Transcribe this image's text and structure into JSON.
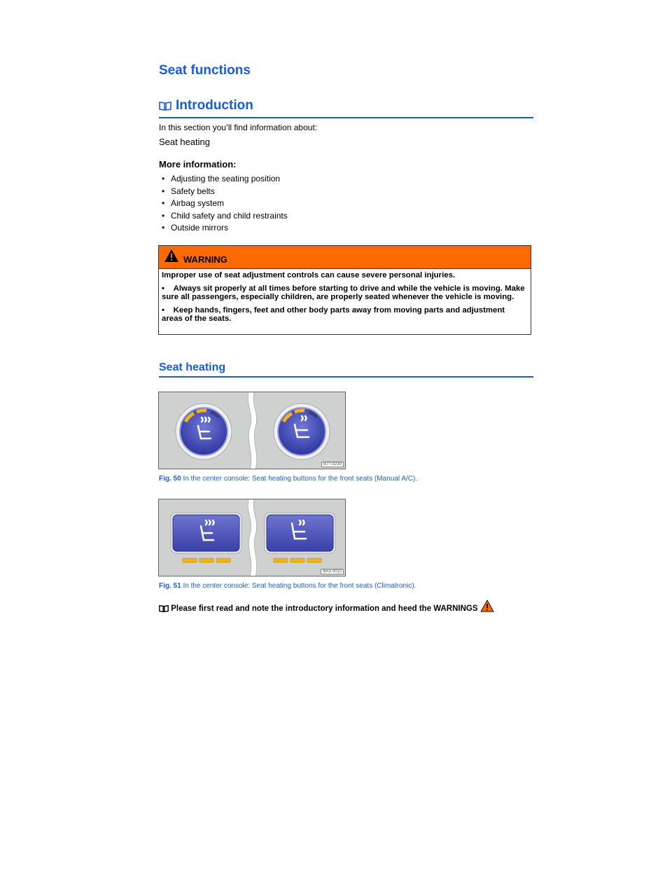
{
  "section_title": "Seat functions",
  "intro": {
    "heading": "Introduction",
    "text": "In this section you’ll find information about:",
    "topic": "Seat heating",
    "more_info_label": "More information:",
    "more_info_items": [
      "Adjusting the seating position",
      "Safety belts",
      "Airbag system",
      "Child safety and child restraints",
      "Outside mirrors"
    ]
  },
  "warning": {
    "title": "WARNING",
    "lead": "Improper use of seat adjustment controls can cause severe personal injuries.",
    "items": [
      "Always sit properly at all times before starting to drive and while the vehicle is moving. Make sure all passengers, especially children, are properly seated whenever the vehicle is moving.",
      "Keep hands, fingers, feet and other body parts away from moving parts and adjustment areas of the seats."
    ],
    "color": "#ff6a00"
  },
  "seat_heating": {
    "heading": "Seat heating",
    "figures": [
      {
        "code": "B7T-0230",
        "label": "Fig. 50",
        "caption": "In the center console: Seat heating buttons for the front seats (Manual A/C)."
      },
      {
        "code": "BA3-0013",
        "label": "Fig. 51",
        "caption": "In the center console: Seat heating buttons for the front seats (Climatronic)."
      }
    ],
    "note": "Please first read and note the introductory information and heed the WARNINGS"
  },
  "accent_color": "#1a5bd8"
}
